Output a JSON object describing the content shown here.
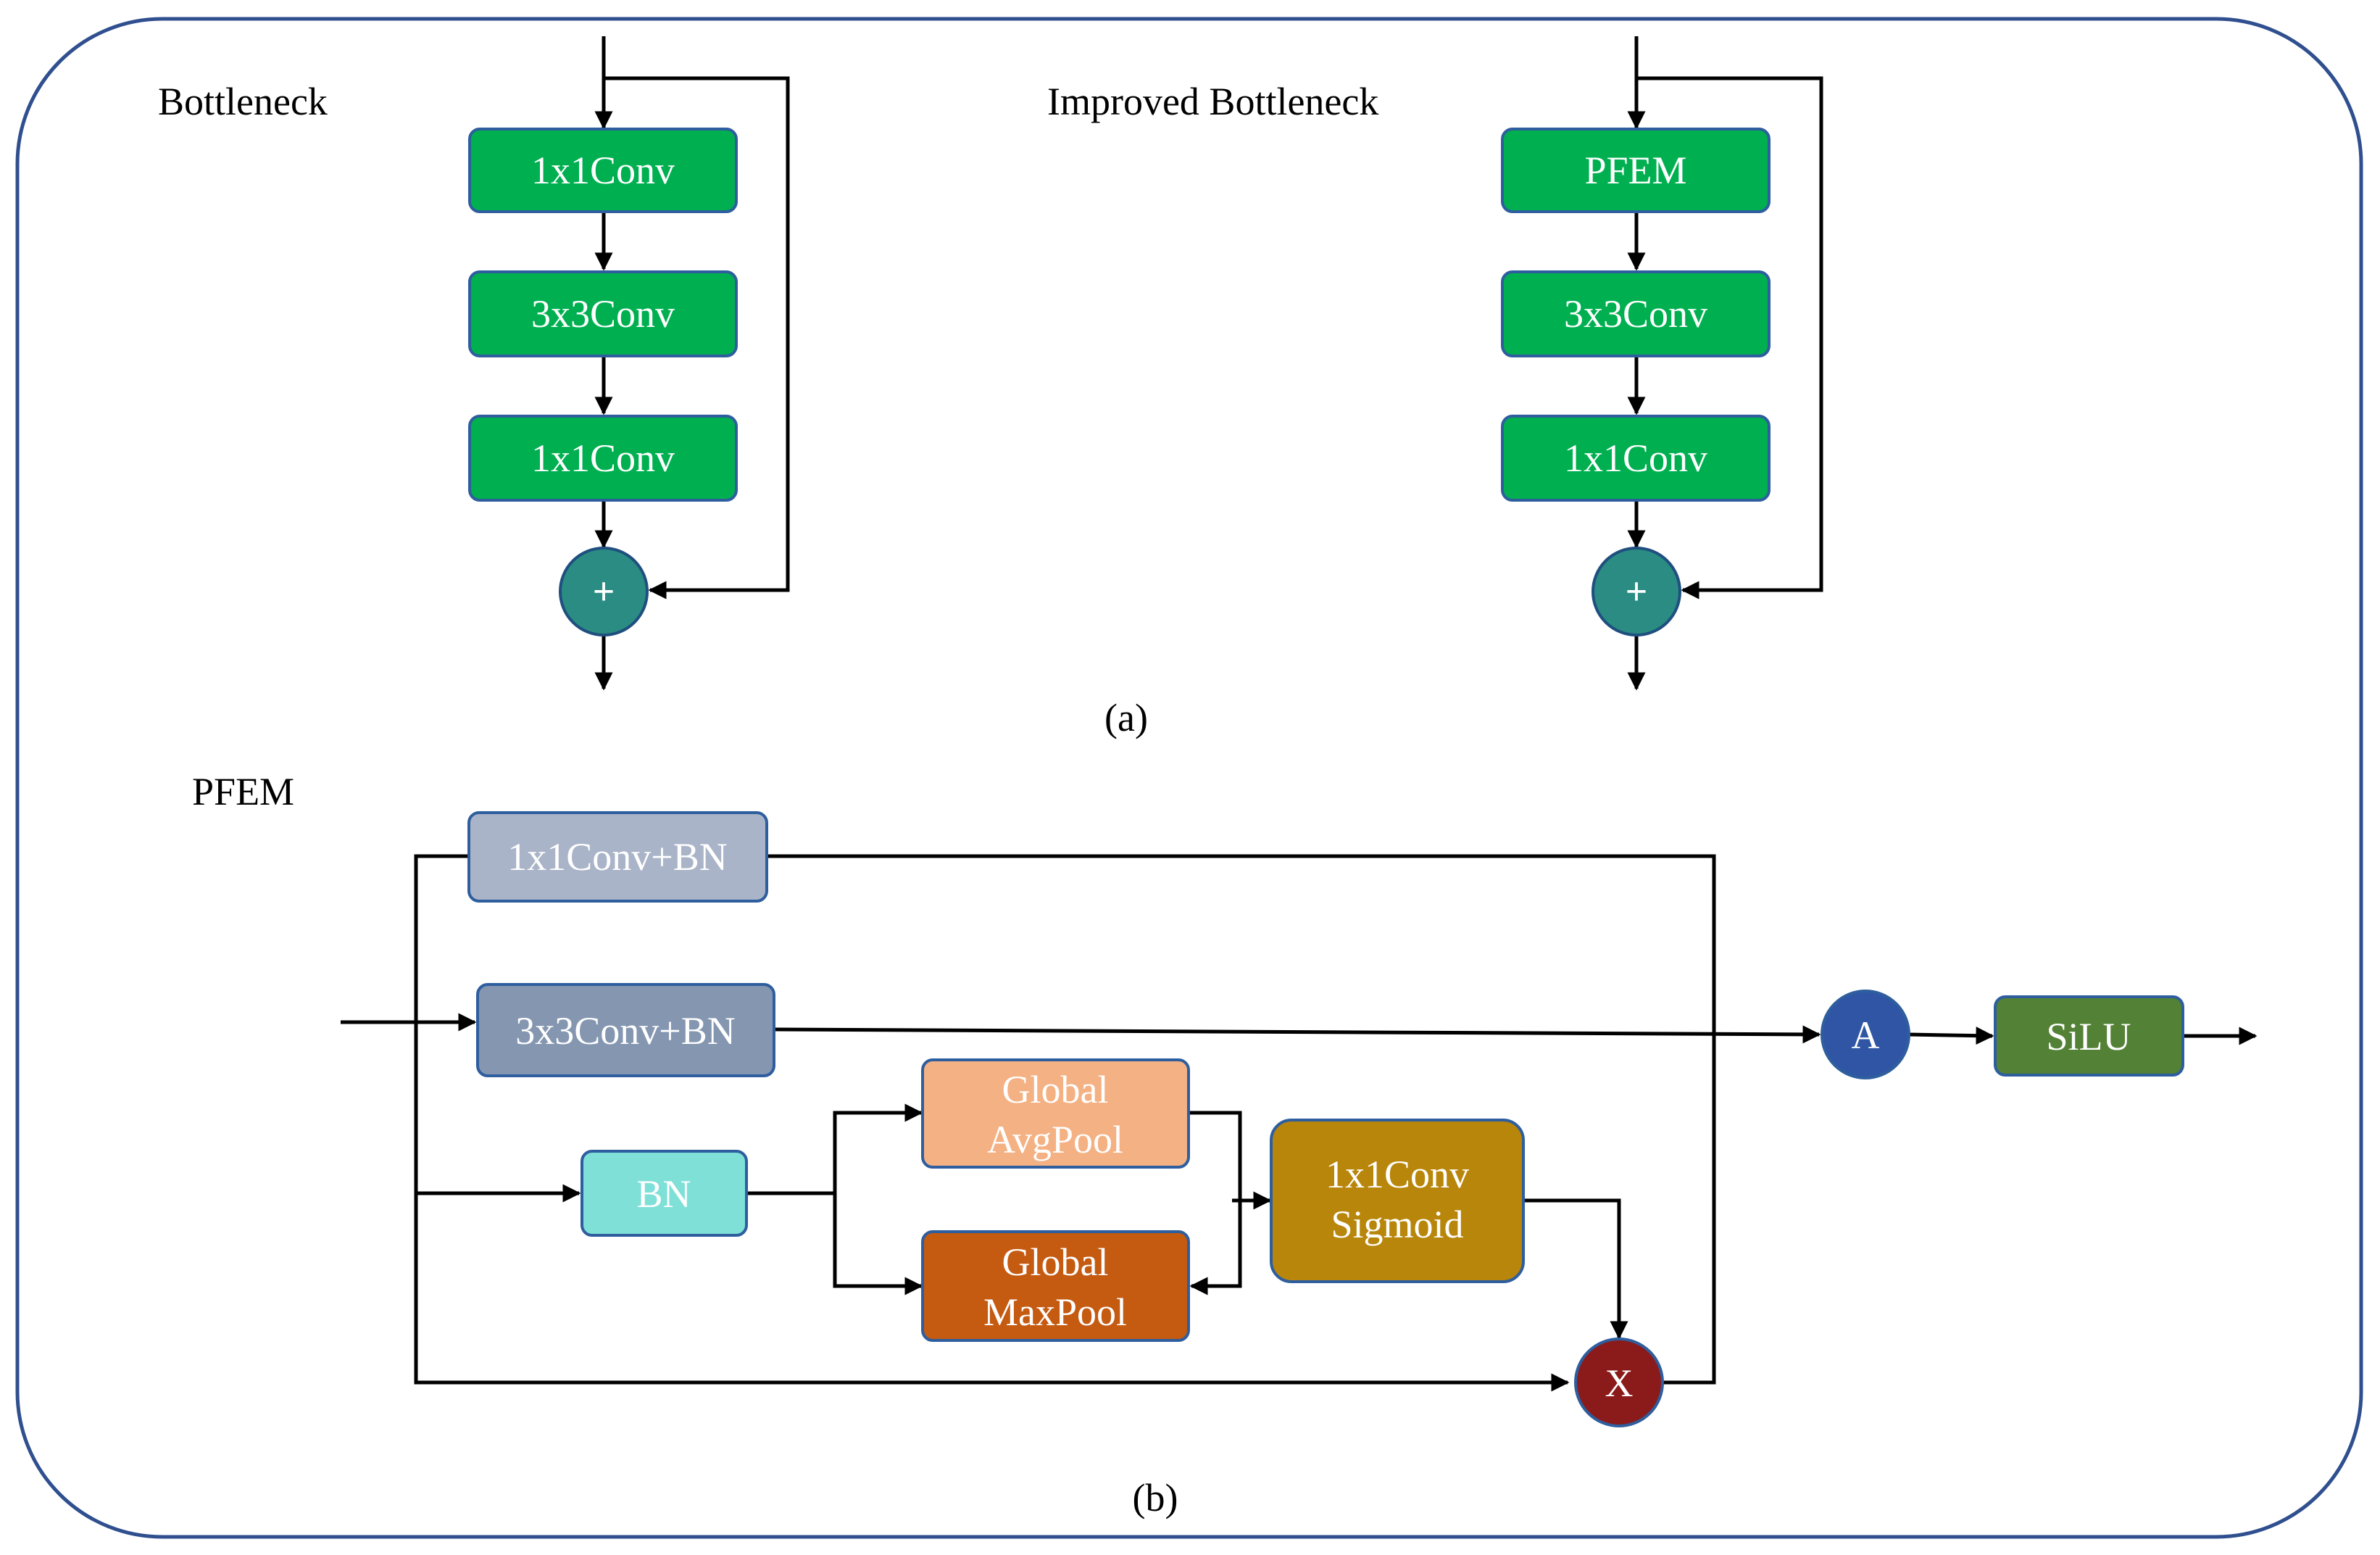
{
  "section_a": {
    "bottleneck_title": "Bottleneck",
    "improved_title": "Improved Bottleneck",
    "caption": "(a)",
    "bottleneck_blocks": [
      "1x1Conv",
      "3x3Conv",
      "1x1Conv"
    ],
    "improved_blocks": [
      "PFEM",
      "3x3Conv",
      "1x1Conv"
    ],
    "add_symbol": "+"
  },
  "section_b": {
    "title": "PFEM",
    "caption": "(b)",
    "conv1_bn": "1x1Conv+BN",
    "conv3_bn": "3x3Conv+BN",
    "bn": "BN",
    "global_avgpool": [
      "Global",
      "AvgPool"
    ],
    "global_maxpool": [
      "Global",
      "MaxPool"
    ],
    "conv_sigmoid": [
      "1x1Conv",
      "Sigmoid"
    ],
    "add_node": "A",
    "mul_node": "X",
    "silu": "SiLU"
  },
  "colors": {
    "frame": "#2f4f8f",
    "conv_green": "#00b050",
    "conv_green_border": "#2e5e9e",
    "add_circle": "#2a8c82",
    "conv1_bn": "#aab4c8",
    "conv3_bn": "#8496b0",
    "bn": "#7fe0d8",
    "avgpool": "#f4b183",
    "maxpool": "#c55a11",
    "sigmoid": "#b8860b",
    "node_a": "#2f55a4",
    "node_x": "#8b1a1a",
    "silu": "#538135"
  }
}
